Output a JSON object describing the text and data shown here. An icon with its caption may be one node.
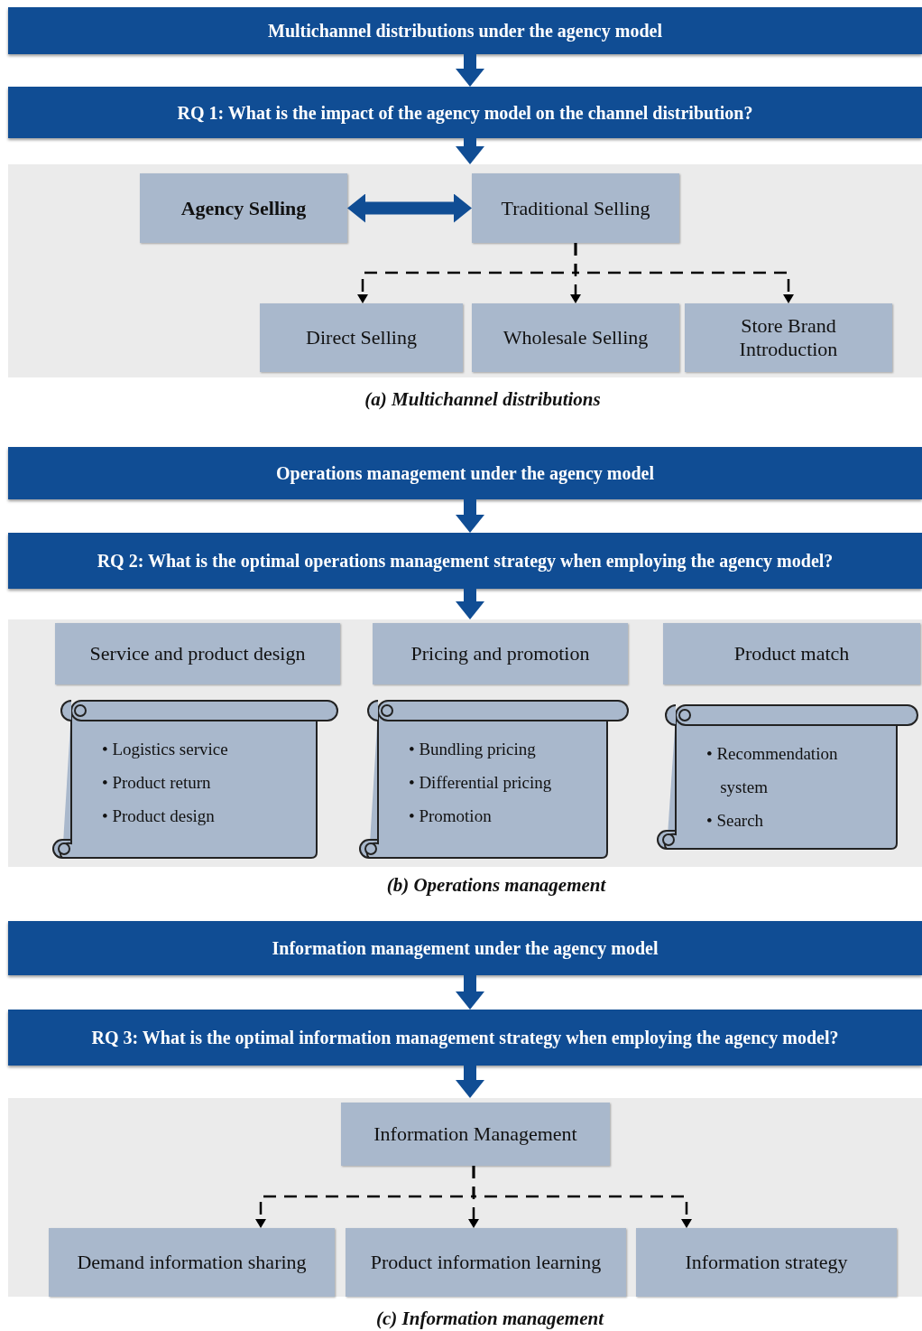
{
  "diagram": {
    "nodes": [
      {
        "text": [
          "Multichannel distributions under the agency model"
        ]
      },
      {
        "text": [
          "RQ 1: What is the impact of the agency model on the channel distribution?"
        ]
      },
      {
        "text": [],
        "shape": "box"
      },
      {
        "text": [
          "Agency Selling"
        ],
        "in": 2
      },
      {
        "text": [
          "Traditional Selling"
        ],
        "in": 2
      },
      {
        "text": [
          "Direct Selling"
        ],
        "in": 2
      },
      {
        "text": [
          "Wholesale Selling"
        ],
        "in": 2
      },
      {
        "text": [
          "Store Brand Introduction"
        ],
        "in": 2
      },
      {
        "text": [
          "Operations management under the agency model"
        ]
      },
      {
        "text": [
          "RQ 2: What is the optimal operations management strategy when employing the agency model?"
        ]
      },
      {
        "text": [],
        "shape": "box"
      },
      {
        "text": [
          "Service and product design"
        ],
        "in": 10
      },
      {
        "text": [
          "Pricing and promotion"
        ],
        "in": 10
      },
      {
        "text": [
          "Product match"
        ],
        "in": 10
      },
      {
        "text": [
          "• Logistics service",
          "• Product return",
          "• Product design"
        ],
        "in": 10
      },
      {
        "text": [
          "• Bundling pricing",
          "• Differential pricing",
          "• Promotion"
        ],
        "in": 10
      },
      {
        "text": [
          "• Recommendation system",
          "• Search"
        ],
        "in": 10
      },
      {
        "text": [
          "Information management under the agency model"
        ]
      },
      {
        "text": [
          "RQ 3: What is the optimal information management strategy when employing the agency model?"
        ]
      },
      {
        "text": [],
        "shape": "box"
      },
      {
        "text": [
          "Information Management"
        ],
        "in": 19
      },
      {
        "text": [
          "Demand information sharing"
        ],
        "in": 19
      },
      {
        "text": [
          "Product information learning"
        ],
        "in": 19
      },
      {
        "text": [
          "Information strategy"
        ],
        "in": 19
      }
    ],
    "edges": [
      {
        "from": 0,
        "to": 1,
        "arrow": "to"
      },
      {
        "from": 1,
        "to": 2,
        "arrow": "to"
      },
      {
        "from": 3,
        "to": 4,
        "arrow": "both"
      },
      {
        "from": 4,
        "to": 5,
        "arrow": "to",
        "style": "dashed",
        "color": "#000000"
      },
      {
        "from": 4,
        "to": 6,
        "arrow": "to",
        "style": "dashed",
        "color": "#000000"
      },
      {
        "from": 4,
        "to": 7,
        "arrow": "to",
        "style": "dashed",
        "color": "#000000"
      },
      {
        "from": 8,
        "to": 9,
        "arrow": "to"
      },
      {
        "from": 9,
        "to": 10,
        "arrow": "to"
      },
      {
        "from": 17,
        "to": 18,
        "arrow": "to"
      },
      {
        "from": 18,
        "to": 19,
        "arrow": "to"
      },
      {
        "from": 20,
        "to": 21,
        "arrow": "to",
        "style": "dashed",
        "color": "#000000"
      },
      {
        "from": 20,
        "to": 22,
        "arrow": "to",
        "style": "dashed",
        "color": "#000000"
      },
      {
        "from": 20,
        "to": 23,
        "arrow": "to",
        "style": "dashed",
        "color": "#000000"
      }
    ],
    "labels": [
      "(a) Multichannel distributions",
      "(b) Operations management",
      "(c) Information management"
    ]
  }
}
